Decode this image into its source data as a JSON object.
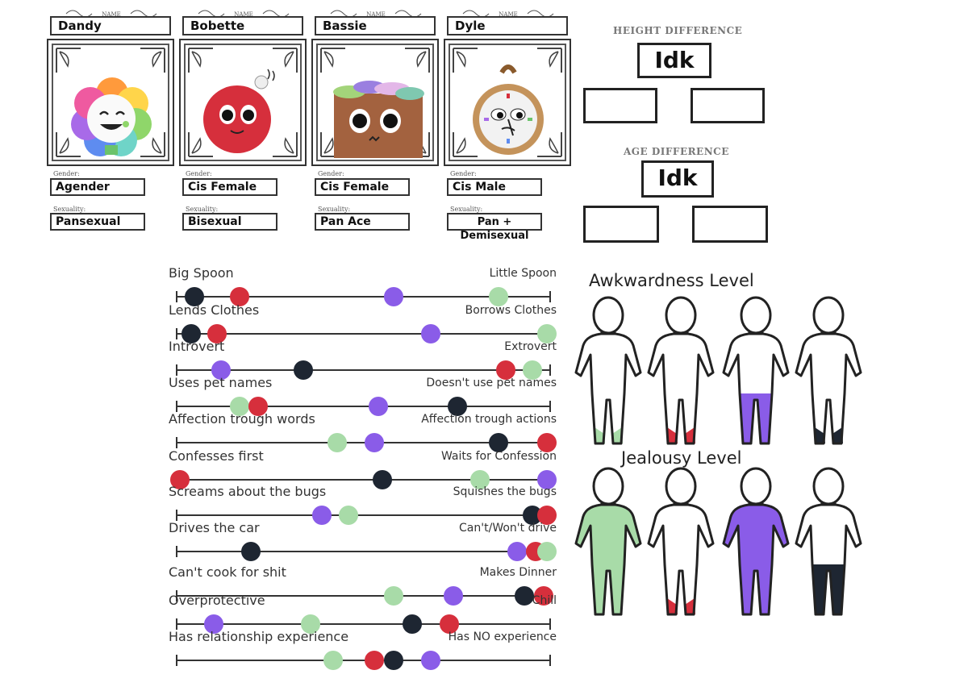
{
  "characters": [
    {
      "name": "Dandy",
      "gender_label": "Gender:",
      "gender": "Agender",
      "sexuality_label": "Sexuality:",
      "sexuality": "Pansexual",
      "color": "#a8dba8"
    },
    {
      "name": "Bobette",
      "gender_label": "Gender:",
      "gender": "Cis Female",
      "sexuality_label": "Sexuality:",
      "sexuality": "Bisexual",
      "color": "#d62f3c"
    },
    {
      "name": "Bassie",
      "gender_label": "Gender:",
      "gender": "Cis Female",
      "sexuality_label": "Sexuality:",
      "sexuality": "Pan Ace",
      "color": "#8a5ce8"
    },
    {
      "name": "Dyle",
      "gender_label": "Gender:",
      "gender": "Cis Male",
      "sexuality_label": "Sexuality:",
      "sexuality": "Pan +\nDemisexual",
      "color": "#1e2632"
    }
  ],
  "name_label": "NAME",
  "height_difference": {
    "title": "HEIGHT DIFFERENCE",
    "value": "Idk"
  },
  "age_difference": {
    "title": "AGE DIFFERENCE",
    "value": "Idk"
  },
  "scales": [
    {
      "left": "Big Spoon",
      "right": "Little Spoon",
      "dots": {
        "dyle": 0.05,
        "bobette": 0.17,
        "bassie": 0.58,
        "dandy": 0.86
      }
    },
    {
      "left": "Lends Clothes",
      "right": "Borrows Clothes",
      "dots": {
        "dyle": 0.04,
        "bobette": 0.11,
        "bassie": 0.68,
        "dandy": 0.99
      }
    },
    {
      "left": "Introvert",
      "right": "Extrovert",
      "dots": {
        "bassie": 0.12,
        "dyle": 0.34,
        "bobette": 0.88,
        "dandy": 0.95
      }
    },
    {
      "left": "Uses pet names",
      "right": "Doesn't use pet names",
      "dots": {
        "dandy": 0.17,
        "bobette": 0.22,
        "bassie": 0.54,
        "dyle": 0.75
      }
    },
    {
      "left": "Affection trough words",
      "right": "Affection trough actions",
      "dots": {
        "dandy": 0.43,
        "bassie": 0.53,
        "dyle": 0.86,
        "bobette": 0.99
      }
    },
    {
      "left": "Confesses first",
      "right": "Waits for Confession",
      "dots": {
        "bobette": 0.01,
        "dyle": 0.55,
        "dandy": 0.81,
        "bassie": 0.99
      }
    },
    {
      "left": "Screams about the bugs",
      "right": "Squishes the bugs",
      "dots": {
        "bassie": 0.39,
        "dandy": 0.46,
        "dyle": 0.95,
        "bobette": 0.99
      }
    },
    {
      "left": "Drives the car",
      "right": "Can't/Won't drive",
      "dots": {
        "dyle": 0.2,
        "bassie": 0.91,
        "bobette": 0.96,
        "dandy": 0.99
      }
    },
    {
      "left": "Can't cook for shit",
      "right": "Makes Dinner",
      "dots": {
        "dandy": 0.58,
        "bassie": 0.74,
        "dyle": 0.93,
        "bobette": 0.98
      }
    },
    {
      "left": "Overprotective",
      "right": "Chill",
      "dots": {
        "bassie": 0.1,
        "dandy": 0.36,
        "dyle": 0.63,
        "bobette": 0.73
      }
    },
    {
      "left": "Has relationship experience",
      "right": "Has NO experience",
      "dots": {
        "dandy": 0.42,
        "bobette": 0.53,
        "dyle": 0.58,
        "bassie": 0.68
      }
    }
  ],
  "awkwardness": {
    "title": "Awkwardness Level",
    "fills": [
      "feet",
      "feet",
      "legs",
      "feet"
    ]
  },
  "jealousy": {
    "title": "Jealousy Level",
    "fills": [
      "body",
      "feet",
      "body",
      "legs"
    ]
  }
}
